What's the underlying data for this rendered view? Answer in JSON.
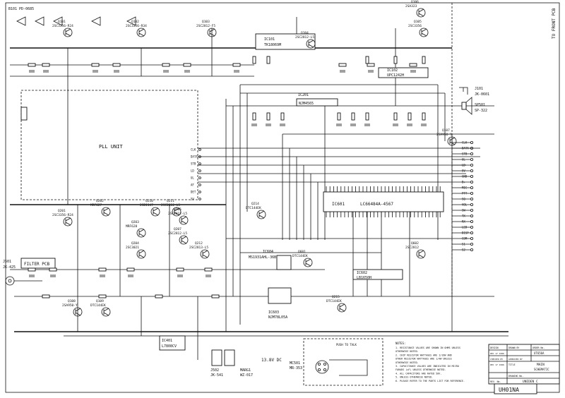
{
  "sheet": {
    "corner_label": "B101 PD-0685",
    "to_front_pcb": "TO FRONT PCB",
    "handwritten_note": "UH01NA"
  },
  "blocks": {
    "pll_unit": "PLL UNIT",
    "filter_pcb": "FILTER PCB",
    "dc_input": "13.8V DC",
    "push_to_talk": "PUSH TO TALK"
  },
  "transistors": [
    {
      "ref": "Q101",
      "part": "2SC3356-R24"
    },
    {
      "ref": "Q102",
      "part": "2SC3356-R34"
    },
    {
      "ref": "Q103",
      "part": "2SC2812-F5"
    },
    {
      "ref": "Q104",
      "part": "2SC2812-L5"
    },
    {
      "ref": "Q105",
      "part": "2SC3356"
    },
    {
      "ref": "Q106",
      "part": "2SA323"
    },
    {
      "ref": "Q201",
      "part": "2SC3356-R24"
    },
    {
      "ref": "Q202",
      "part": "MRF627"
    },
    {
      "ref": "Q203",
      "part": "MRF628"
    },
    {
      "ref": "Q204",
      "part": "2SC3021"
    },
    {
      "ref": "Q205",
      "part": "2SC2812-L5"
    },
    {
      "ref": "Q207",
      "part": "2SC2812-L5"
    },
    {
      "ref": "Q210",
      "part": "2SB1147"
    },
    {
      "ref": "Q211",
      "part": "2SC2812-L5"
    },
    {
      "ref": "Q212",
      "part": "2SC2813-L5"
    },
    {
      "ref": "Q214",
      "part": "DTC144EK"
    },
    {
      "ref": "Q215",
      "part": "DTC144EK"
    },
    {
      "ref": "Q601",
      "part": "DTC144EK"
    },
    {
      "ref": "Q602",
      "part": "2SC2812"
    },
    {
      "ref": "Q107",
      "part": "2SA950-Y"
    },
    {
      "ref": "Q108",
      "part": "2SA950-Y"
    },
    {
      "ref": "Q109",
      "part": "DTC144EK"
    }
  ],
  "ics": [
    {
      "ref": "IC101",
      "part": "TK18069M"
    },
    {
      "ref": "IC201",
      "part": "NJM4565"
    },
    {
      "ref": "IC102",
      "part": "UPC1242H"
    },
    {
      "ref": "IC601",
      "part": "LC66484A-4567"
    },
    {
      "ref": "IC602",
      "part": "LB1650H"
    },
    {
      "ref": "IC603",
      "part": "NJM78L05A"
    },
    {
      "ref": "IC604",
      "part": "MS1931AHL-36B"
    },
    {
      "ref": "IC401",
      "part": "L7808CV"
    }
  ],
  "connectors": [
    {
      "ref": "J101",
      "part": "JK-0601"
    },
    {
      "ref": "SP501",
      "part": "SP-322"
    },
    {
      "ref": "J501",
      "part": "JK-425"
    },
    {
      "ref": "J502",
      "part": "JK-541"
    },
    {
      "ref": "MARG1",
      "part": "WZ-017"
    },
    {
      "ref": "MC501",
      "part": "MR-353"
    }
  ],
  "pll_pins": [
    "CLK",
    "DATA",
    "STB",
    "LD",
    "UL",
    "AF",
    "DET",
    "5V"
  ],
  "bus_pins": [
    "CLK",
    "DATA",
    "STB",
    "UL",
    "LD",
    "5V",
    "GND",
    "B+",
    "MIC",
    "PTT",
    "SQ",
    "VOL",
    "SW",
    "TX",
    "RX",
    "LED",
    "DISP",
    "COM",
    "S1",
    "S2"
  ],
  "notes": {
    "heading": "NOTES:",
    "lines": [
      "1. RESISTANCE VALUES ARE SHOWN IN OHMS UNLESS",
      "   OTHERWISE NOTED.",
      "2. CHIP RESISTOR WATTAGES ARE 1/16W AND",
      "   OTHER RESISTOR WATTAGES ARE 1/4W UNLESS",
      "   OTHERWISE NOTED.",
      "3. CAPACITANCE VALUES ARE INDICATED IN MICRO",
      "   FARADS (uF) UNLESS OTHERWISE NOTED.",
      "4. ALL CAPACITORS ARE RATED 50V.",
      "5. UNLESS OTHERWISE NOTED.",
      "6. PLEASE REFER TO THE PARTS LIST FOR REFERENCE."
    ]
  },
  "title_block": {
    "designed_label": "DESIGN",
    "drawn_label": "DRAWN BY",
    "order_label": "ORDER No.",
    "model": "UT656A",
    "date1": "DEC 17 1996",
    "date2": "DEC 17 1996",
    "checked_label": "CHECKED BY",
    "approved_label": "APPROVED BY",
    "title_label": "TITLE",
    "title_1": "MAIN",
    "title_2": "SCHEMATIC",
    "drawing_label": "DRAWING No.",
    "rev_label": "REV. No.",
    "company": "UNIDEN C"
  }
}
